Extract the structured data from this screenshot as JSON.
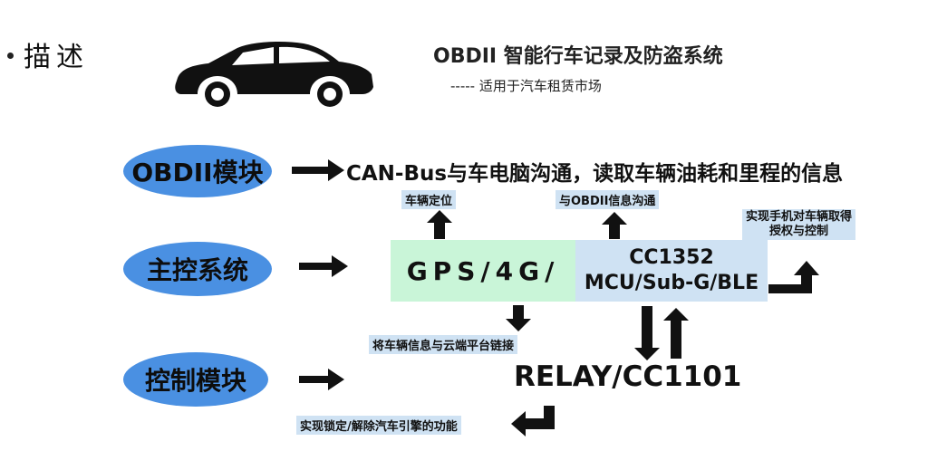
{
  "header": {
    "bullet_text": "描述",
    "title": "OBDII 智能行车记录及防盗系统",
    "subtitle": "----- 适用于汽车租赁市场"
  },
  "modules": [
    {
      "label": "OBDII模块"
    },
    {
      "label": "主控系统"
    },
    {
      "label": "控制模块"
    }
  ],
  "obd_description": "CAN-Bus与车电脑沟通，读取车辆油耗和里程的信息",
  "main_control": {
    "gps_box": "GPS/4G/",
    "cc_box_line1": "CC1352",
    "cc_box_line2": "MCU/Sub-G/BLE"
  },
  "control_box": "RELAY/CC1101",
  "annotations": {
    "gps_up": "车辆定位",
    "cc_up": "与OBDII信息沟通",
    "phone_line1": "实现手机对车辆取得",
    "phone_line2": "授权与控制",
    "cloud": "将车辆信息与云端平台链接",
    "lock": "实现锁定/解除汽车引擎的功能"
  },
  "icons": {
    "car": "car-icon",
    "arrow": "thick-arrow-right"
  },
  "colors": {
    "ellipse": "#4a90e2",
    "gps_fill": "#c9f5d8",
    "cc_fill": "#cfe2f3",
    "label_fill": "#cfe2f3"
  }
}
